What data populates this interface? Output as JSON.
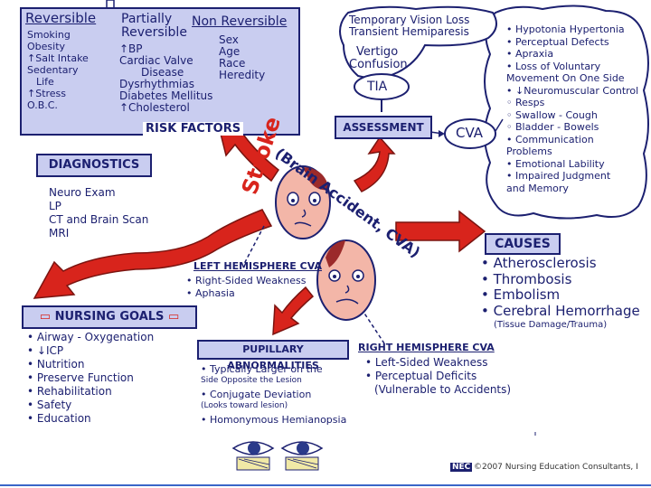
{
  "risk_factors": {
    "reversible": {
      "heading": "Reversible",
      "items": [
        "Smoking",
        "Obesity",
        "↑Salt Intake",
        "Sedentary",
        "Life",
        "↑Stress",
        "O.B.C."
      ]
    },
    "partially": {
      "heading": "Partially Reversible",
      "items": [
        "↑BP",
        "Cardiac Valve",
        "Disease",
        "Dysrhythmias",
        "Diabetes Mellitus",
        "↑Cholesterol"
      ]
    },
    "non_reversible": {
      "heading": "Non Reversible",
      "items": [
        "Sex",
        "Age",
        "Race",
        "Heredity"
      ]
    },
    "label": "RISK FACTORS"
  },
  "assessment": {
    "cloud_items": [
      "Temporary Vision Loss",
      "Transient Hemiparesis",
      "Vertigo",
      "Confusion"
    ],
    "tia": "TIA",
    "label": "ASSESSMENT",
    "cva": "CVA",
    "right_cloud": [
      "• Hypotonia   Hypertonia",
      "• Perceptual Defects",
      "• Apraxia",
      "• Loss of Voluntary",
      "   Movement On One Side",
      "• ↓Neuromuscular Control",
      "    ◦ Resps",
      "    ◦ Swallow - Cough",
      "    ◦ Bladder - Bowels",
      "  • Communication",
      "     Problems",
      "• Emotional Lability",
      "• Impaired Judgment",
      "   and Memory"
    ]
  },
  "diagnostics": {
    "label": "DIAGNOSTICS",
    "items": [
      "Neuro Exam",
      "LP",
      "CT and Brain Scan",
      "MRI"
    ]
  },
  "center": {
    "stroke": "Stroke",
    "brain_attack": "(Brain Accident, CVA)"
  },
  "left_hemisphere": {
    "label": "LEFT HEMISPHERE CVA",
    "items": [
      "• Right-Sided Weakness",
      "• Aphasia"
    ]
  },
  "right_hemisphere": {
    "label": "RIGHT HEMISPHERE CVA",
    "items": [
      "• Left-Sided Weakness",
      "• Perceptual Deficits",
      "(Vulnerable to Accidents)"
    ]
  },
  "causes": {
    "label": "CAUSES",
    "items": [
      "• Atherosclerosis",
      "• Thrombosis",
      "• Embolism",
      "• Cerebral Hemorrhage"
    ],
    "note": "(Tissue Damage/Trauma)"
  },
  "nursing_goals": {
    "label": "NURSING GOALS",
    "items": [
      "• Airway - Oxygenation",
      "• ↓ICP",
      "• Nutrition",
      "• Preserve Function",
      "• Rehabilitation",
      "• Safety",
      "• Education"
    ]
  },
  "pupillary": {
    "label": "PUPILLARY ABNORMALITIES",
    "lines": [
      "• Typically Larger on the",
      "   Side Opposite the Lesion",
      "• Conjugate Deviation",
      "   (Looks toward lesion)",
      "• Homonymous Hemianopsia"
    ]
  },
  "footer": {
    "logo": "NEC",
    "copyright": "©2007 Nursing Education Consultants, I"
  },
  "colors": {
    "ink": "#1c2070",
    "panel": "#c9cdf0",
    "arrow": "#d8241c",
    "face": "#f3b6a8",
    "brain": "#9b2a2a"
  }
}
